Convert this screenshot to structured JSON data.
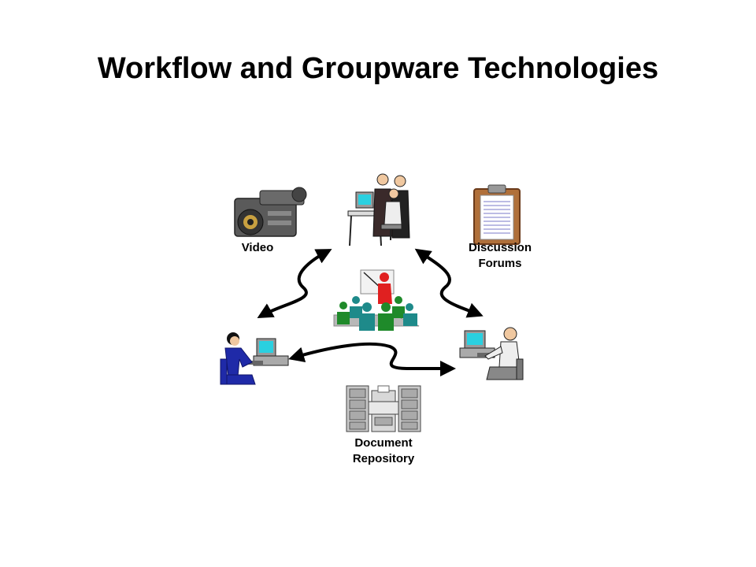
{
  "title": "Workflow and Groupware Technologies",
  "labels": {
    "video": "Video",
    "discussion_line1": "Discussion",
    "discussion_line2": "Forums",
    "document_line1": "Document",
    "document_line2": "Repository"
  },
  "icons": {
    "camcorder": "video-camera-icon",
    "team": "team-at-computer-icon",
    "clipboard": "clipboard-icon",
    "meeting": "presentation-meeting-icon",
    "woman": "woman-at-computer-icon",
    "man": "man-at-computer-icon",
    "cabinets": "file-cabinets-icon"
  },
  "colors": {
    "text": "#000000",
    "woman_blue": "#1f2aa8",
    "presenter_red": "#e02020",
    "audience_green": "#1f8a2a",
    "audience_teal": "#1e8a8a",
    "screen_cyan": "#2ad0e0"
  }
}
